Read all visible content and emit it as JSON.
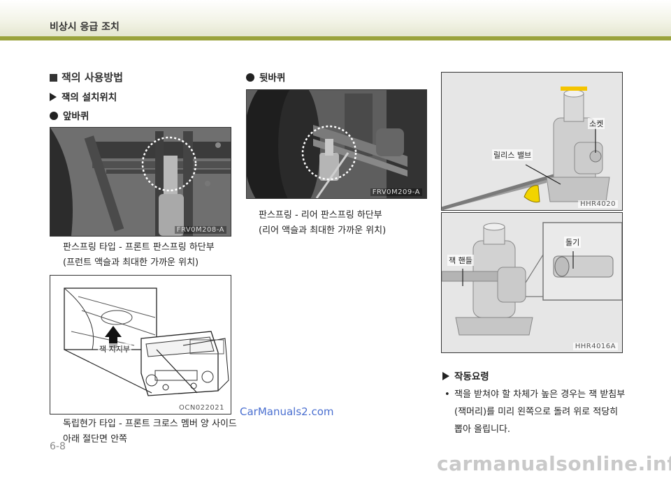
{
  "header": {
    "title": "비상시 응급 조치"
  },
  "left": {
    "section_title": "잭의 사용방법",
    "sub1": "잭의 설치위치",
    "sub2": "앞바퀴",
    "fig1_code": "FRV0M208-A",
    "fig1_caption_line1": "판스프링 타입 - 프론트 판스프링 하단부",
    "fig1_caption_line2": "(프런트 액슬과 최대한 가까운 위치)",
    "fig2_code": "OCN022021",
    "fig2_label": "잭 지지부",
    "fig2_caption_line1": "독립현가 타입 - 프론트 크로스 멤버 양 사이드",
    "fig2_caption_line2": "아래 절단면 안쪽"
  },
  "middle": {
    "sub": "뒷바퀴",
    "fig_code": "FRV0M209-A",
    "caption_line1": "판스프링 - 리어 판스프링 하단부",
    "caption_line2": "(리어 액슬과 최대한 가까운 위치)"
  },
  "right": {
    "fig1_code": "HHR4020",
    "fig1_label_socket": "소켓",
    "fig1_label_valve": "릴리스 밸브",
    "fig2_code": "HHR4016A",
    "fig2_label_handle": "잭 핸들",
    "fig2_label_groove": "돌기",
    "sub": "작동요령",
    "bullet": "•",
    "bullet_text": "잭을 받쳐야 할 차체가 높은 경우는 잭 받침부(잭머리)를 미리 왼쪽으로 돌려 위로 적당히 뽑아 올립니다."
  },
  "footer": {
    "page_number": "6-8",
    "watermark1": "CarManuals2.com",
    "watermark2": "carmanualsonline.info"
  },
  "colors": {
    "header_line": "#9aa33c",
    "watermark_blue": "#4a6fd0",
    "watermark_gray": "#c9c9c9",
    "release_valve": "#f2d400"
  }
}
